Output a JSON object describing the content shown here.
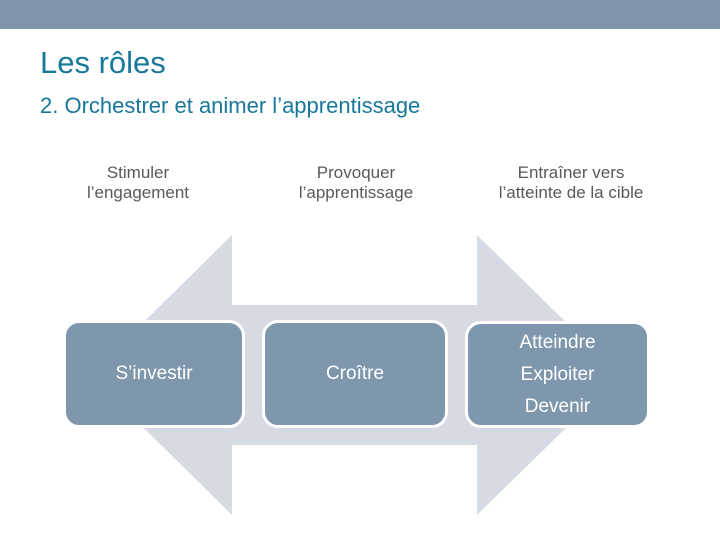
{
  "slide": {
    "title": "Les rôles",
    "subtitle": "2. Orchestrer et animer l’apprentissage",
    "columns": [
      {
        "header": [
          "Stimuler",
          "l’engagement"
        ],
        "box": [
          "S’investir"
        ]
      },
      {
        "header": [
          "Provoquer",
          "l’apprentissage"
        ],
        "box": [
          "Croître"
        ]
      },
      {
        "header": [
          "Entraîner vers",
          "l’atteinte de la cible"
        ],
        "box": [
          "Atteindre",
          "Exploiter",
          "Devenir"
        ]
      }
    ],
    "colors": {
      "top_bar": "#8094AA",
      "accent_teal": "#17789B",
      "header_gray": "#58595B",
      "arrow_gray": "#D6DAE2",
      "box_fill": "#7E97AC",
      "box_text": "#FFFFFF"
    }
  }
}
